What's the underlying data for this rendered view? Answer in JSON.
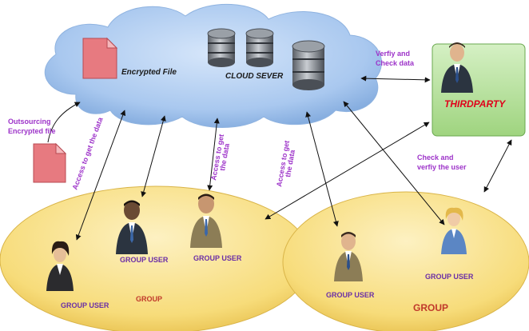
{
  "cloud": {
    "encrypted_file_label": "Encrypted File",
    "server_label": "CLOUD SEVER"
  },
  "thirdparty": {
    "label": "THIRDPARTY"
  },
  "labels": {
    "verify_check_1": "Verfiy and",
    "verify_check_2": "Check  data",
    "outsourcing_1": "Outsourcing",
    "outsourcing_2": "Encrypted file",
    "access_a": "Access to get the data",
    "access_b_1": "Access to get",
    "access_b_2": "the data",
    "access_c_1": "Access to get",
    "access_c_2": "the data",
    "check_verify_1": "Check and",
    "check_verify_2": "verfiy the user"
  },
  "groups": [
    {
      "label": "GROUP",
      "users": [
        "GROUP USER",
        "GROUP USER",
        "GROUP USER"
      ]
    },
    {
      "label": "GROUP",
      "users": [
        "GROUP USER",
        "GROUP USER"
      ]
    }
  ],
  "colors": {
    "cloud_fill": "#a9c8ef",
    "group_fill": "#f7dc7a",
    "thirdparty_fill": "#b3e19b",
    "thirdparty_text": "#e0001a",
    "purple_text": "#9d33c9",
    "file_fill": "#e77a80"
  }
}
